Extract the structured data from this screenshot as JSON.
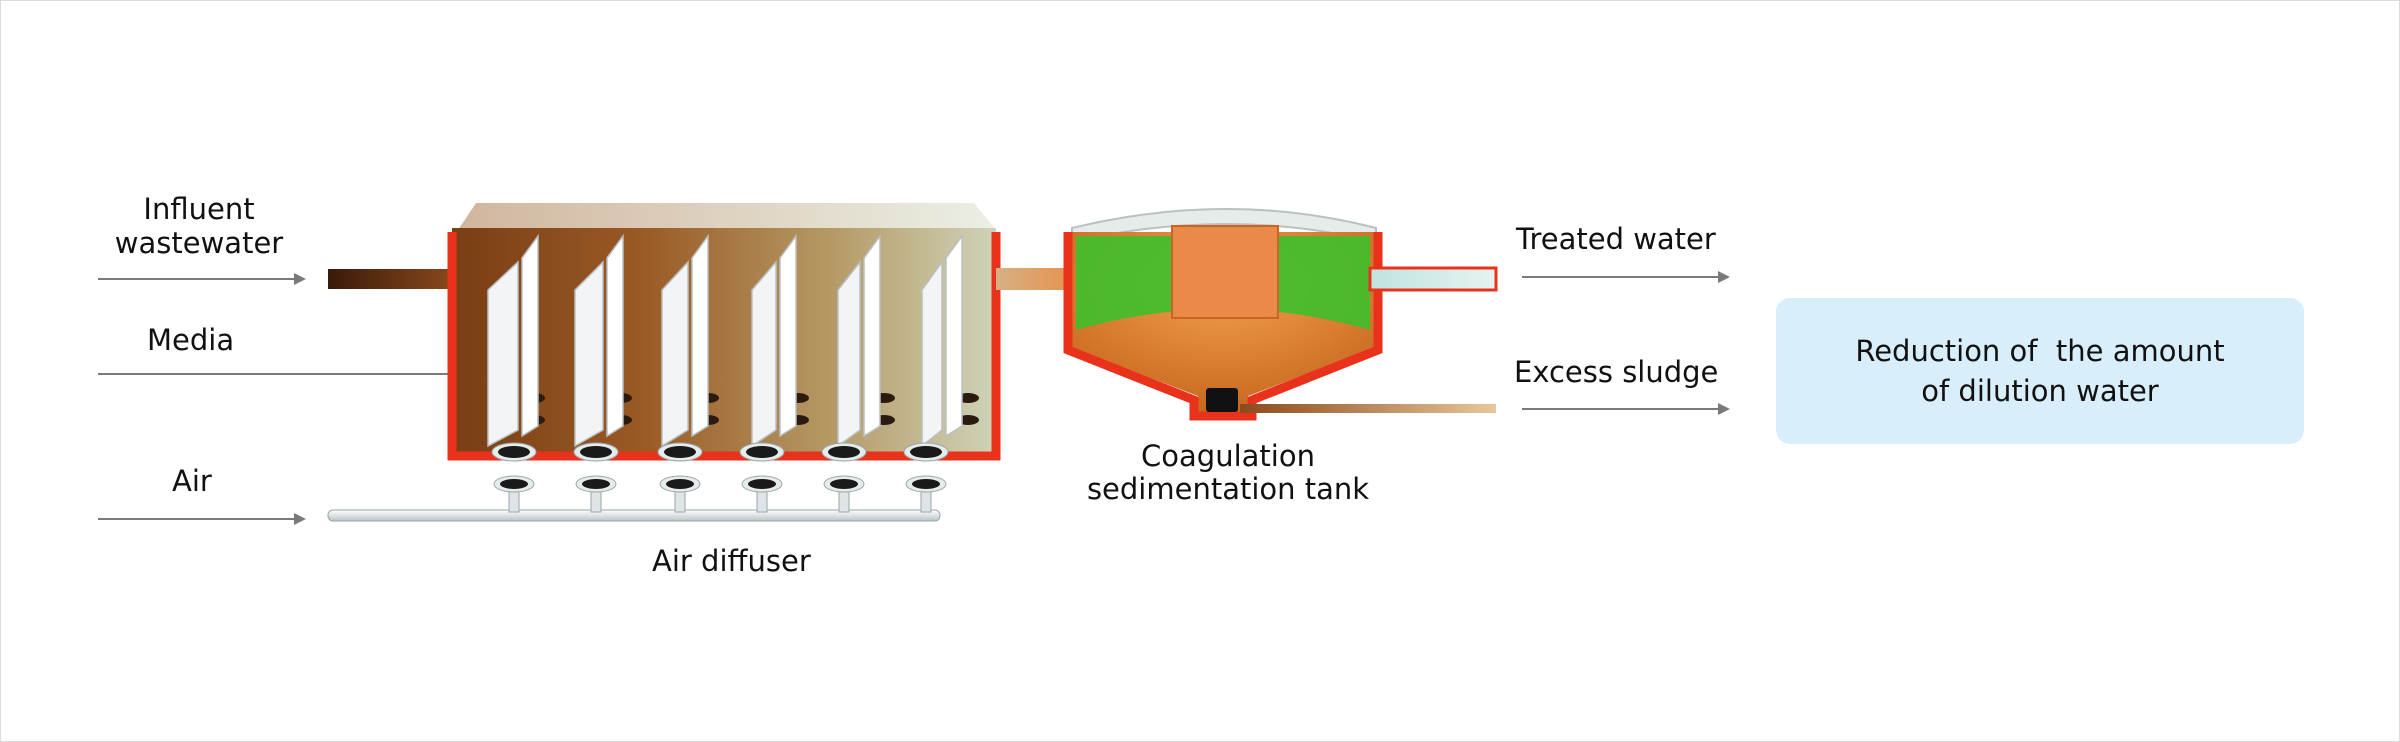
{
  "labels": {
    "influent": [
      "Influent",
      "wastewater"
    ],
    "media": "Media",
    "air": "Air",
    "air_diffuser": "Air diffuser",
    "coagulation": [
      "Coagulation",
      "sedimentation tank"
    ],
    "treated_water": "Treated water",
    "excess_sludge": "Excess sludge"
  },
  "result_box": {
    "line1": "Reduction of  the amount",
    "line2": "of dilution water"
  },
  "colors": {
    "tank_wall": "#e8321c",
    "water_brown": "#8a4a1c",
    "water_green": "#3fbf2c",
    "media_white": "#f2f4f5",
    "arrow_gray": "#7a7a7a",
    "result_bg": "#d9eefb"
  },
  "icons": [
    "media-panel-icon",
    "diffuser-icon",
    "arrow-icon"
  ]
}
